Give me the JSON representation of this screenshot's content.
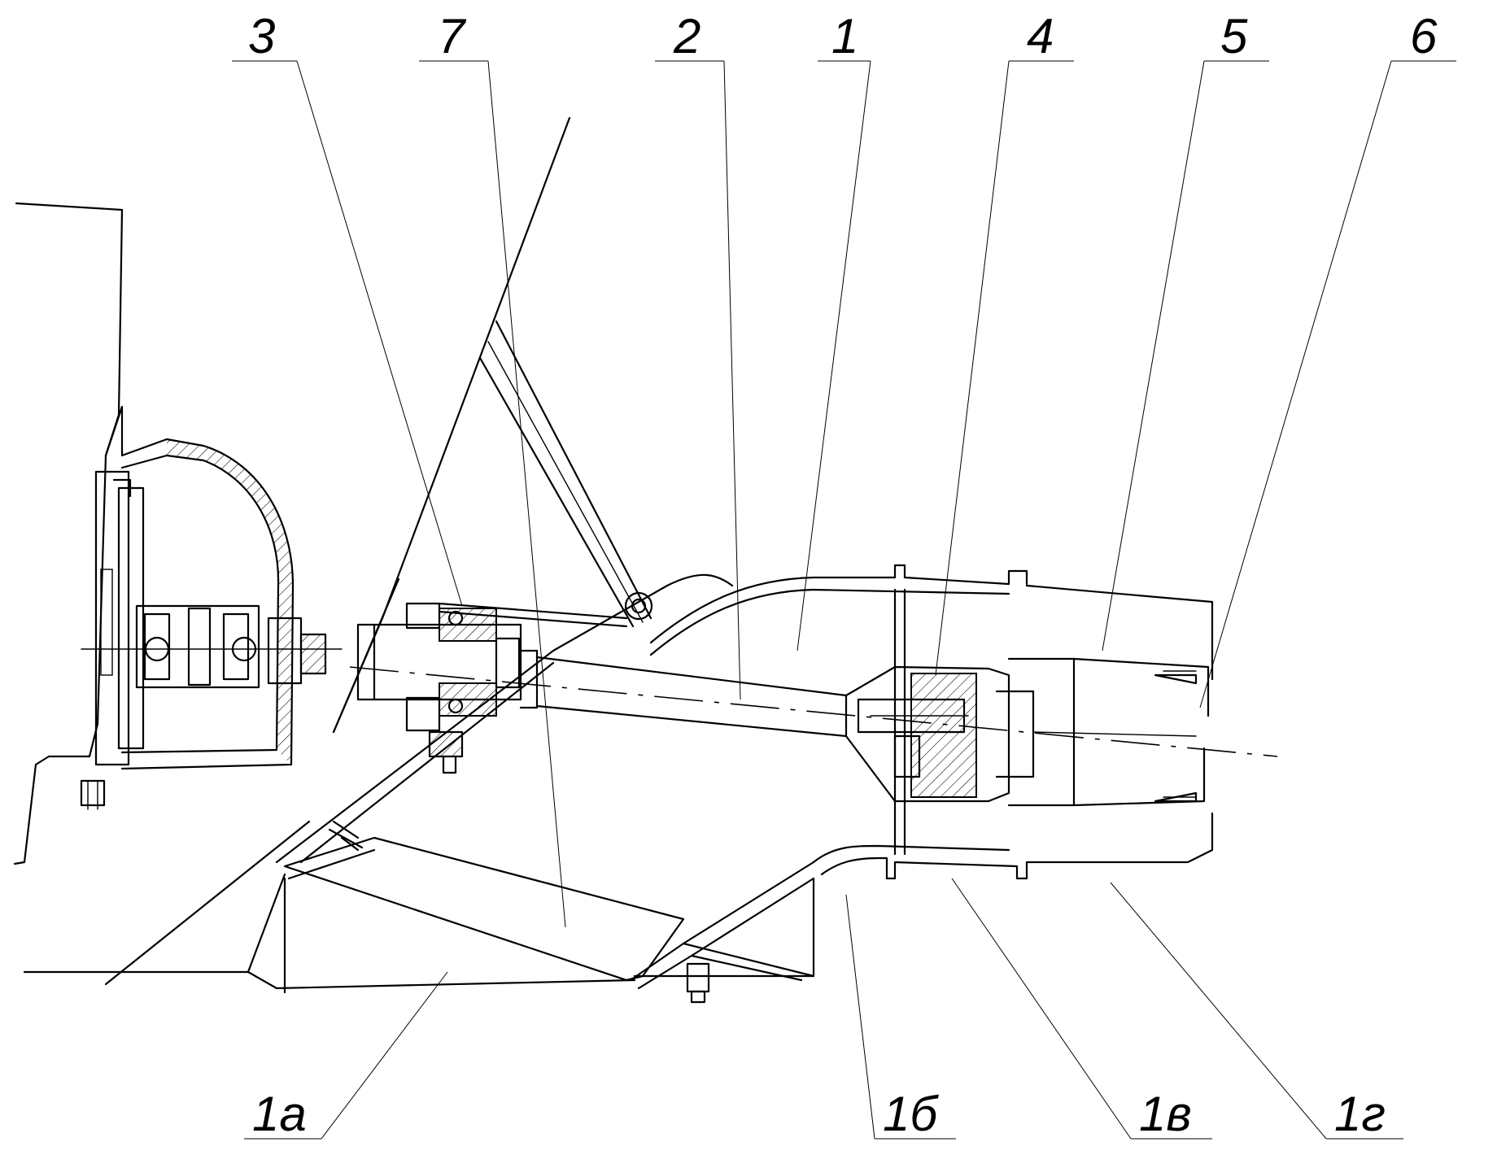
{
  "callouts": {
    "c3": "3",
    "c7": "7",
    "c2": "2",
    "c1": "1",
    "c4": "4",
    "c5": "5",
    "c6": "6",
    "c1a": "1а",
    "c1b": "1б",
    "c1v": "1в",
    "c1g": "1г"
  }
}
